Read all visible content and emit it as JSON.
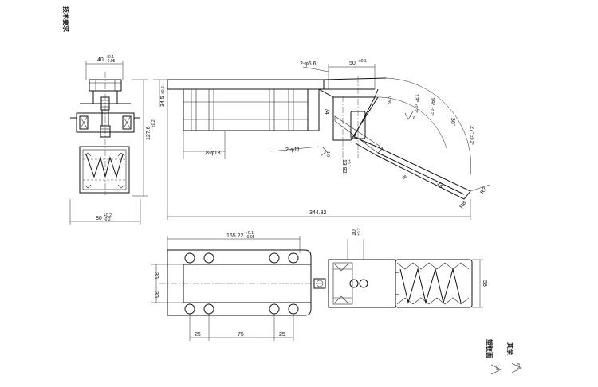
{
  "vertical_label": "技术要求",
  "side_view": {
    "dim_width": "40",
    "dim_width_tol_upper": "+0.1",
    "dim_width_tol_lower": "-0.05",
    "dim_height_small": "34.5",
    "dim_height_small_tol": "±0.2",
    "dim_height": "127.6",
    "dim_height_tol": "±0.2",
    "dim_bottom": "80",
    "dim_bottom_tol_upper": "+0.2",
    "dim_bottom_tol_lower": "-0.2"
  },
  "front_view": {
    "hole_top": "2-φ6.6",
    "dim_50": "50",
    "dim_50_tol": "±0.1",
    "dim_5_26": "5.26",
    "dim_13": "13°",
    "dim_13_tol": "±0.2°",
    "dim_19": "19°",
    "dim_19_tol": "±0.2°",
    "angle_36": "36°",
    "dim_27": "27°",
    "dim_27_tol": "±0.2°",
    "rough_16": "1.6",
    "dim_74": "74",
    "hole_8": "8-φ13",
    "hole_2_11": "2-φ11",
    "rough_16b": "1.6",
    "dim_13_92": "13.92",
    "dim_13_92_tol": "±0.1",
    "dim_8": "8",
    "dim_15": "15",
    "dim_r2": "R2",
    "dim_r8": "R8",
    "dim_total": "344.32"
  },
  "top_view": {
    "dim_165": "165.22",
    "dim_165_tol_upper": "+0.1",
    "dim_165_tol_lower": "-0.05",
    "dim_10": "10",
    "dim_10_tol": "±0.2",
    "dim_30_top": "30",
    "dim_30_bottom": "30",
    "dim_25_left": "25",
    "dim_75": "75",
    "dim_25_right": "25",
    "dim_58": "58"
  },
  "roughness_note": {
    "rest_label": "其余",
    "rest_value": "6.3",
    "surface_label": "塑胶面",
    "surface_value": "1.6"
  }
}
